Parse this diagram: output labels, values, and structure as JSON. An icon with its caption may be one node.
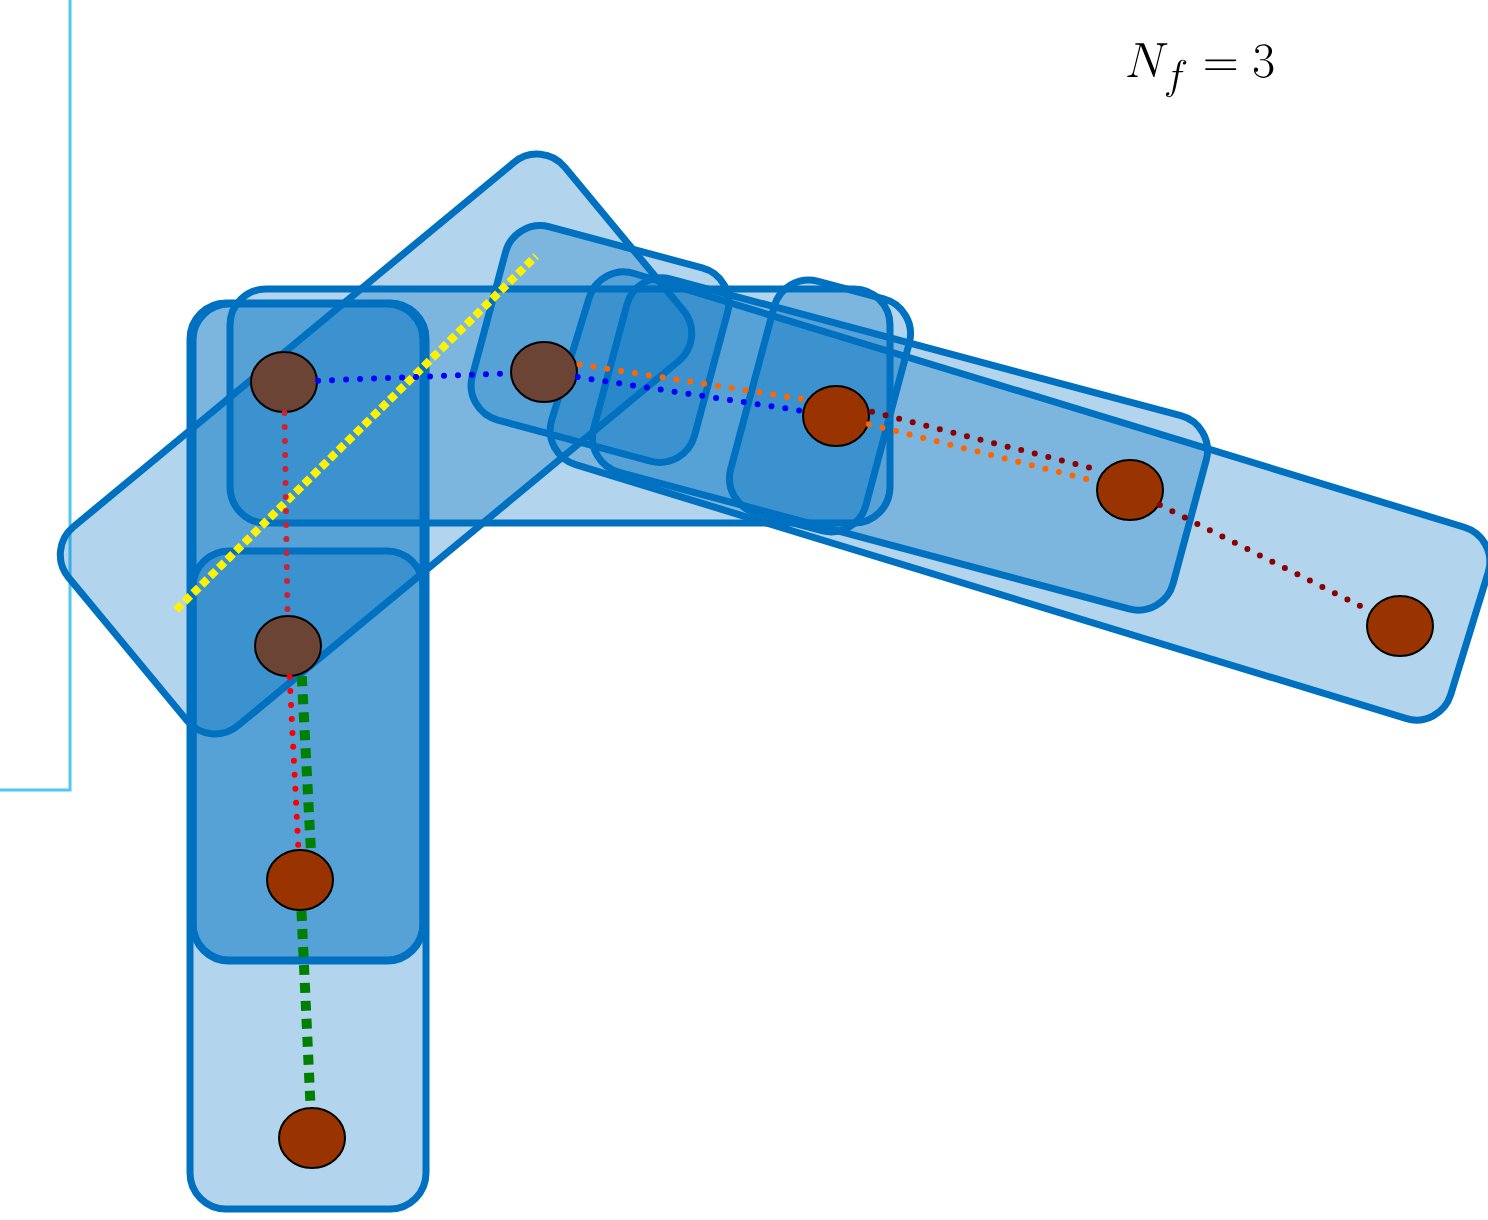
{
  "diagram": {
    "nodes": [
      {
        "text": [],
        "shape": "circle"
      },
      {
        "text": [],
        "shape": "circle"
      },
      {
        "text": [],
        "shape": "circle"
      },
      {
        "text": [],
        "shape": "circle"
      },
      {
        "text": [],
        "shape": "circle"
      },
      {
        "text": [],
        "shape": "circle"
      },
      {
        "text": [],
        "shape": "circle"
      },
      {
        "text": [],
        "shape": "circle"
      }
    ],
    "edges": [
      {
        "from": 0,
        "to": 1,
        "arrow": "none",
        "color": "#0000ff"
      },
      {
        "from": 1,
        "to": 2,
        "arrow": "none",
        "color": "#0000ff"
      },
      {
        "from": 1,
        "to": 2,
        "arrow": "none",
        "color": "#ff6600"
      },
      {
        "from": 2,
        "to": 5,
        "arrow": "none",
        "color": "#ff6600"
      },
      {
        "from": 2,
        "to": 5,
        "arrow": "none",
        "color": "#8b0000"
      },
      {
        "from": 5,
        "to": 6,
        "arrow": "none",
        "color": "#8b0000"
      },
      {
        "from": 0,
        "to": 3,
        "arrow": "none",
        "color": "#cc2233"
      },
      {
        "from": 3,
        "to": 4,
        "arrow": "none",
        "color": "#ff0000"
      },
      {
        "from": 3,
        "to": 4,
        "arrow": "none",
        "color": "#008000",
        "style": "dashed"
      },
      {
        "from": 4,
        "to": 7,
        "arrow": "none",
        "color": "#008000",
        "style": "dashed"
      }
    ],
    "labels": [
      "N_f = 3"
    ]
  }
}
